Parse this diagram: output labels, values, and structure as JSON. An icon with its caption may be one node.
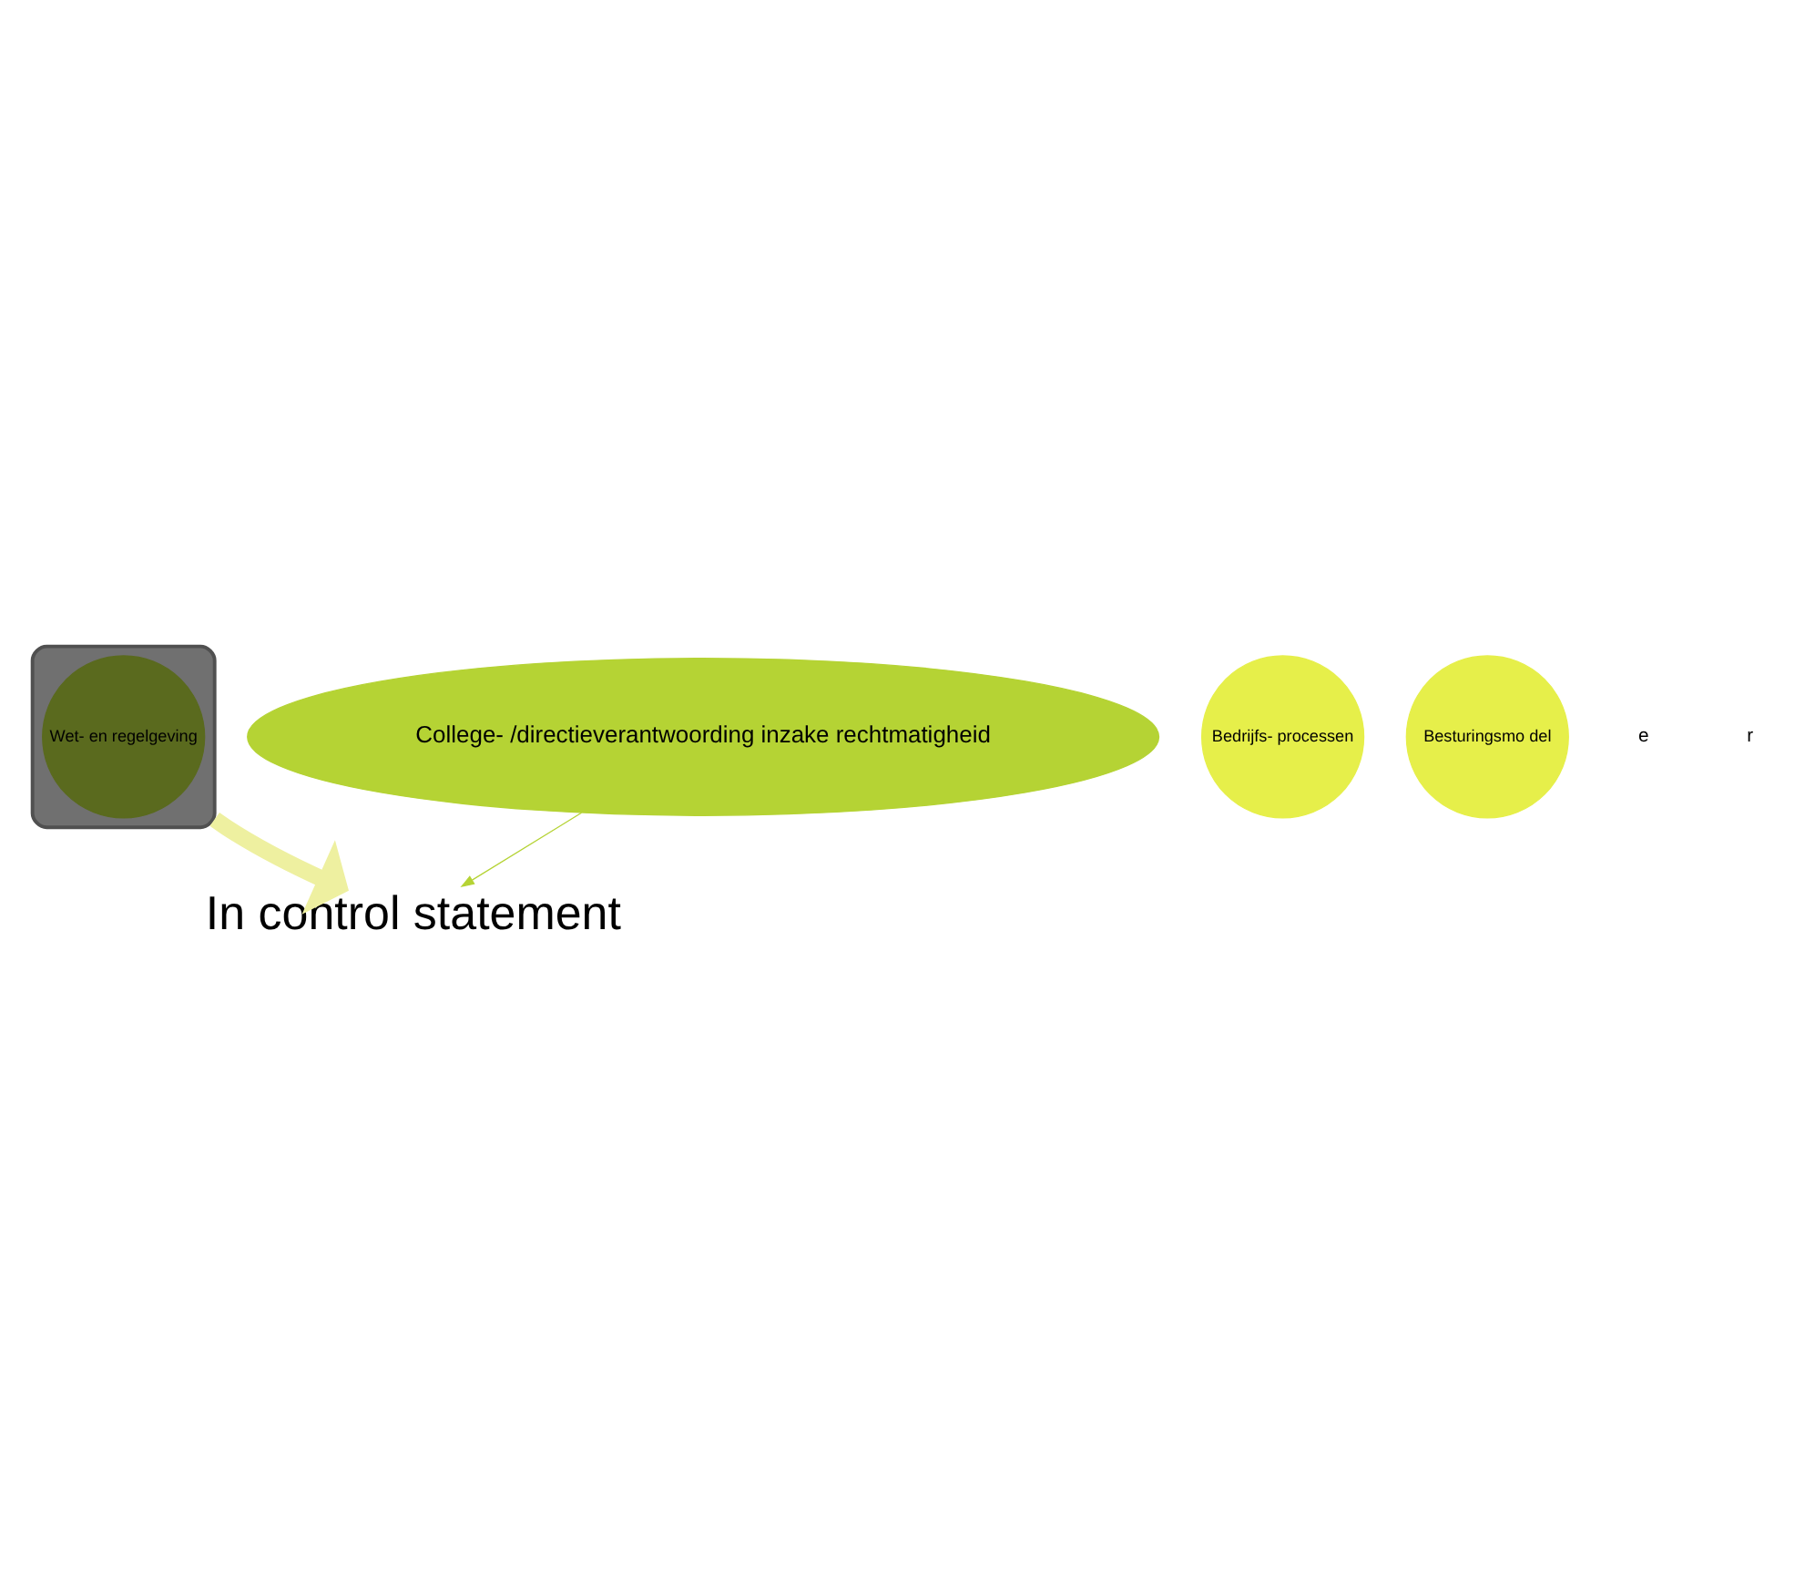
{
  "diagram": {
    "nodes": [
      {
        "text": [],
        "shape": "funnel"
      },
      {
        "text": [
          "Bedrijfs- processen"
        ]
      },
      {
        "text": [
          "Besturingsmo del"
        ]
      },
      {
        "text": [
          "Wet- en regelgeving"
        ],
        "in": 0
      },
      {
        "text": [
          "In control statement"
        ]
      },
      {
        "text": [
          "College- /directieverantwoording inzake rechtmatigheid"
        ]
      }
    ],
    "edges": [
      {
        "from": 0,
        "to": 4,
        "arrow": "to",
        "style": "thick",
        "color": "#eef0a0"
      },
      {
        "from": 5,
        "to": 4,
        "arrow": "to",
        "color": "#b5d334"
      }
    ],
    "labels": [
      "e",
      "r"
    ]
  }
}
